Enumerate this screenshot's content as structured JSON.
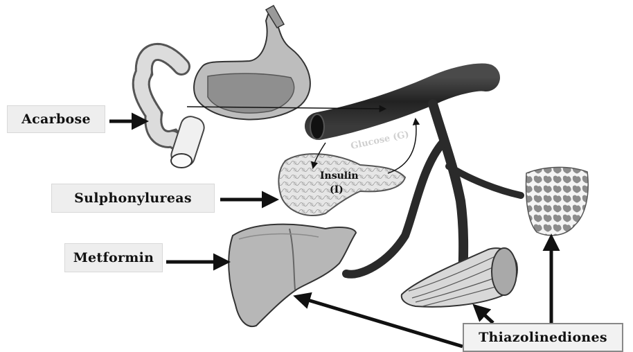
{
  "drugs": {
    "acarbose": "Acarbose",
    "sulphonylureas": "Sulphonylureas",
    "metformin": "Metformin",
    "thiazolinediones": "Thiazolinediones"
  },
  "vessel_label": "Glucose (G)",
  "pancreas_label": {
    "line1": "Insulin",
    "line2": "(I)"
  },
  "colors": {
    "vessel": "#2a2a2a",
    "arrow": "#111111",
    "label_bg": "#eeeeee",
    "organ_fill": "#bcbcbc"
  }
}
